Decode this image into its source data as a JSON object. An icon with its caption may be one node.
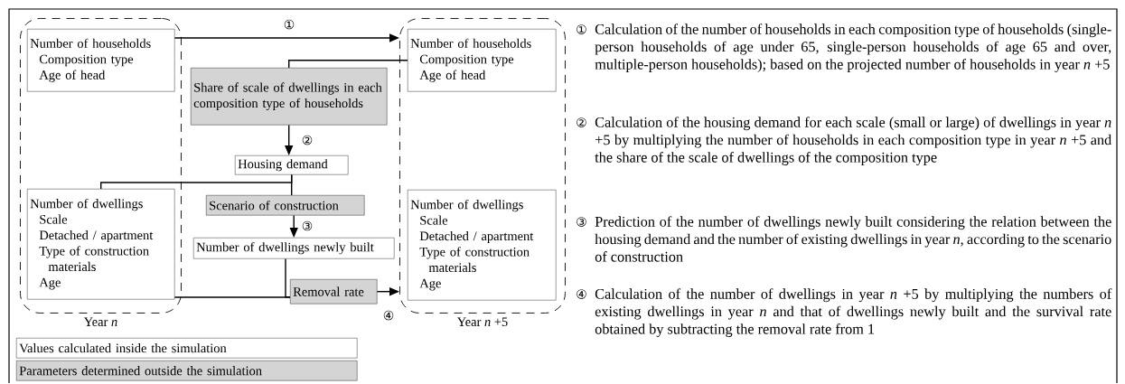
{
  "diagram": {
    "nodes": [
      {
        "text": [
          "Year *n*"
        ]
      },
      {
        "text": [
          "Number of households",
          "Composition type",
          "Age of head"
        ],
        "in": 0
      },
      {
        "text": [
          "Number of dwellings",
          "Scale",
          "Detached / apartment",
          "Type of construction materials",
          "Age"
        ],
        "in": 0
      },
      {
        "text": [
          "Year *n* +5"
        ]
      },
      {
        "text": [
          "Number of households",
          "Composition type",
          "Age of head"
        ],
        "in": 3
      },
      {
        "text": [
          "Number of dwellings",
          "Scale",
          "Detached / apartment",
          "Type of construction materials",
          "Age"
        ],
        "in": 3
      },
      {
        "text": [
          "Share of scale of dwellings in each composition type of households"
        ]
      },
      {
        "text": [
          "Housing demand"
        ]
      },
      {
        "text": [
          "Scenario of construction"
        ]
      },
      {
        "text": [
          "Number of dwellings newly built"
        ]
      },
      {
        "text": [
          "Removal rate"
        ]
      }
    ],
    "edges": [
      {
        "from": 1,
        "to": 3,
        "arrow": "to",
        "label": "①"
      },
      {
        "from": 4,
        "to": 6,
        "arrow": "none"
      },
      {
        "from": 6,
        "to": 7,
        "arrow": "to",
        "label": "②"
      },
      {
        "from": 7,
        "to": 2,
        "arrow": "none"
      },
      {
        "from": 7,
        "to": 8,
        "arrow": "none"
      },
      {
        "from": 8,
        "to": 9,
        "arrow": "to",
        "label": "③"
      },
      {
        "from": 9,
        "to": 10,
        "arrow": "none"
      },
      {
        "from": 2,
        "to": 10,
        "arrow": "none"
      },
      {
        "from": 10,
        "to": 3,
        "arrow": "to",
        "label": "④"
      }
    ],
    "labels": [
      "①",
      "Calculation of the number of households in each composition type of households (single-person households of age under 65, single-person households of age 65 and over, multiple-person households); based on the projected number of households in year *n* +5",
      "②",
      "Calculation of the housing demand for each scale (small or large) of dwellings in year *n* +5 by multiplying the number of households in each composition type in year *n* +5 and the share of the scale of dwellings of the composition type",
      "③",
      "Prediction of the number of dwellings newly built considering the relation between the housing demand and the number of existing dwellings in year *n*, according to the scenario of construction",
      "④",
      "Calculation of the number of dwellings in year *n* +5 by multiplying the numbers of existing dwellings in year *n* and that of dwellings newly built and the survival rate obtained by subtracting the removal rate from 1"
    ],
    "legend": [
      {
        "text": "Values calculated inside the simulation"
      },
      {
        "text": "Parameters determined outside the simulation",
        "color": "#d4d4d4"
      }
    ]
  }
}
